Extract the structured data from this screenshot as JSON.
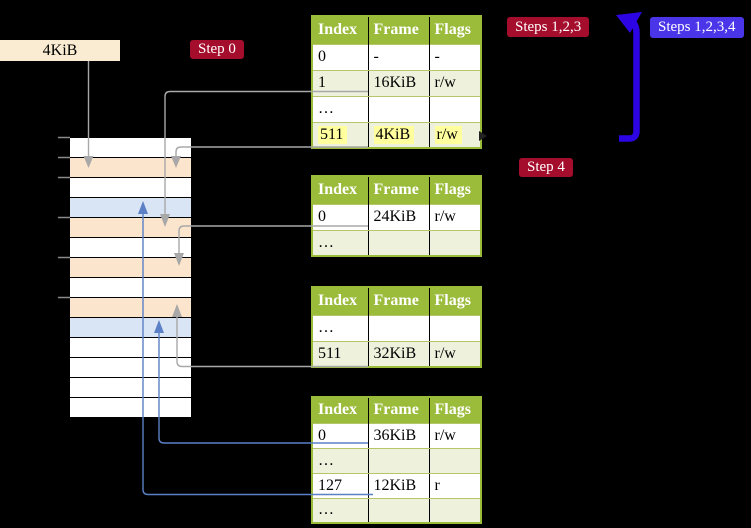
{
  "diagram_title": "page-table-translation",
  "labels": {
    "frame_label": "4KiB",
    "step0": "Step 0",
    "steps123": "Steps 1,2,3",
    "steps1234": "Steps 1,2,3,4",
    "step4": "Step 4"
  },
  "tables": [
    {
      "name": "page-table-1",
      "headers": [
        "Index",
        "Frame",
        "Flags"
      ],
      "rows": [
        {
          "cells": [
            "0",
            "-",
            "-"
          ],
          "highlight": false
        },
        {
          "cells": [
            "1",
            "16KiB",
            "r/w"
          ],
          "highlight": false
        },
        {
          "cells": [
            "…",
            "",
            ""
          ],
          "highlight": false
        },
        {
          "cells": [
            "511",
            "4KiB",
            "r/w"
          ],
          "highlight": true
        }
      ]
    },
    {
      "name": "page-table-2",
      "headers": [
        "Index",
        "Frame",
        "Flags"
      ],
      "rows": [
        {
          "cells": [
            "0",
            "24KiB",
            "r/w"
          ],
          "highlight": false
        },
        {
          "cells": [
            "…",
            "",
            ""
          ],
          "highlight": false
        }
      ]
    },
    {
      "name": "page-table-3",
      "headers": [
        "Index",
        "Frame",
        "Flags"
      ],
      "rows": [
        {
          "cells": [
            "…",
            "",
            ""
          ],
          "highlight": false
        },
        {
          "cells": [
            "511",
            "32KiB",
            "r/w"
          ],
          "highlight": false
        }
      ]
    },
    {
      "name": "page-table-4",
      "headers": [
        "Index",
        "Frame",
        "Flags"
      ],
      "rows": [
        {
          "cells": [
            "0",
            "36KiB",
            "r/w"
          ],
          "highlight": false
        },
        {
          "cells": [
            "…",
            "",
            ""
          ],
          "highlight": false
        },
        {
          "cells": [
            "127",
            "12KiB",
            "r"
          ],
          "highlight": false
        },
        {
          "cells": [
            "…",
            "",
            ""
          ],
          "highlight": false
        }
      ]
    }
  ],
  "memory": {
    "rows": [
      "white",
      "peach",
      "white",
      "blue",
      "peach",
      "white",
      "peach",
      "white",
      "peach",
      "blue",
      "white",
      "white",
      "white",
      "white"
    ]
  },
  "colors": {
    "table_header_green": "#9bbb3b",
    "table_row_green": "#eef2dc",
    "row_peach": "#fce5cd",
    "row_light_blue": "#d9e4f5",
    "badge_red": "#a50d2d",
    "badge_blue": "#4a36e8",
    "loop_arrow_blue": "#2d05e5",
    "connector_gray": "#a8a8a8",
    "connector_blue": "#5b80c5",
    "frame_label_cream": "#f9ecd2",
    "highlight_yellow": "#ffff9e"
  }
}
